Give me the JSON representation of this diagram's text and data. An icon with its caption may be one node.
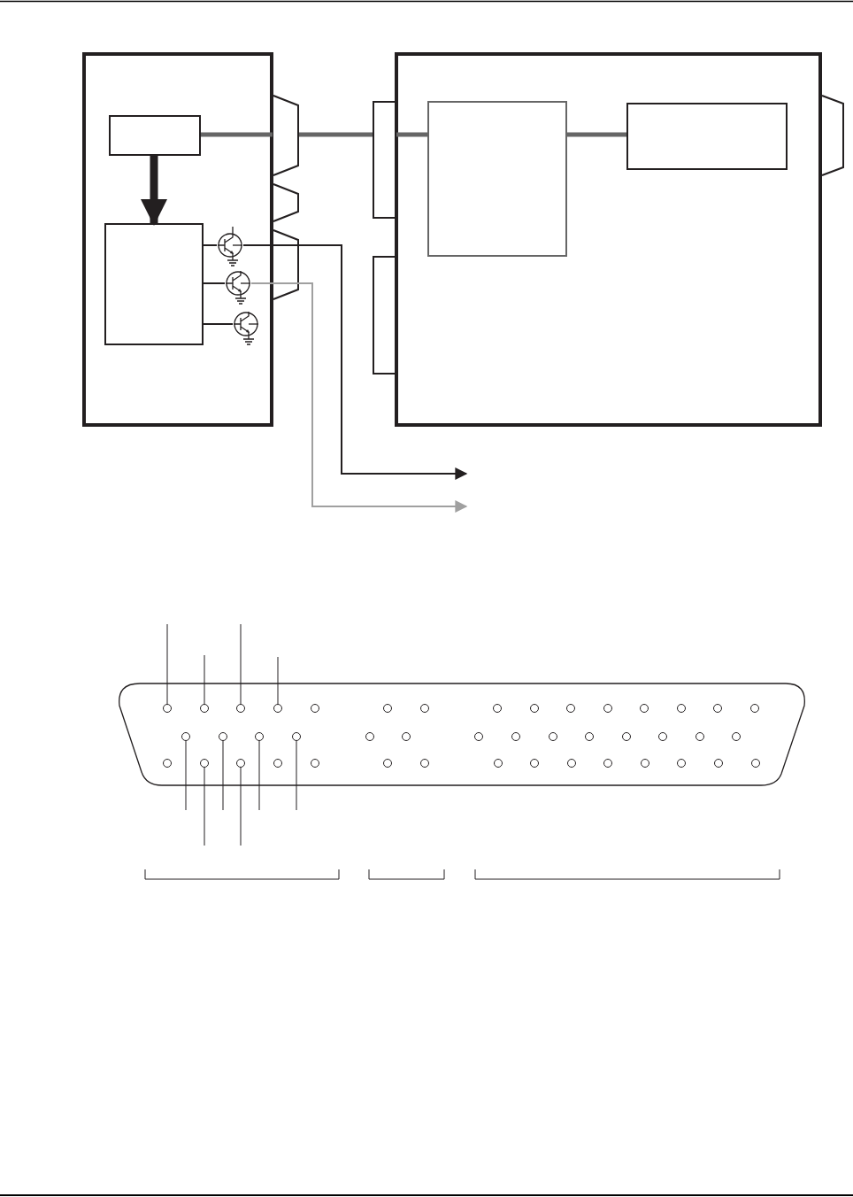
{
  "diagram": {
    "nodes": [
      {
        "text": [],
        "shape": "box"
      },
      {
        "text": [],
        "shape": "box",
        "in": 0
      },
      {
        "text": [],
        "shape": "box",
        "in": 0
      },
      {
        "text": [],
        "shape": "transistor",
        "in": 0
      },
      {
        "text": [],
        "shape": "transistor",
        "in": 0
      },
      {
        "text": [],
        "shape": "transistor",
        "in": 0
      },
      {
        "text": [],
        "shape": "box"
      },
      {
        "text": [],
        "shape": "box",
        "in": 6
      },
      {
        "text": [],
        "shape": "box",
        "in": 6
      },
      {
        "text": [],
        "shape": "trapezoid"
      },
      {
        "text": [],
        "shape": "trapezoid"
      },
      {
        "text": [],
        "shape": "trapezoid"
      },
      {
        "text": [],
        "shape": "box"
      },
      {
        "text": [],
        "shape": "box"
      },
      {
        "text": [],
        "shape": "trapezoid"
      }
    ],
    "edges": [
      {
        "from": 1,
        "to": 9,
        "arrow": "none",
        "style": "thick",
        "color": "#666666"
      },
      {
        "from": 9,
        "to": 12,
        "arrow": "none",
        "style": "thick",
        "color": "#666666"
      },
      {
        "from": 12,
        "to": 7,
        "arrow": "none",
        "style": "thick",
        "color": "#666666"
      },
      {
        "from": 7,
        "to": 8,
        "arrow": "none",
        "style": "thick",
        "color": "#666666"
      },
      {
        "from": 1,
        "to": 2,
        "arrow": "to",
        "style": "thick"
      },
      {
        "from": 2,
        "to": 3,
        "arrow": "none"
      },
      {
        "from": 2,
        "to": 4,
        "arrow": "none"
      },
      {
        "from": 2,
        "to": 5,
        "arrow": "none"
      },
      {
        "from": 3,
        "to": null,
        "arrow": "to"
      },
      {
        "from": 4,
        "to": null,
        "arrow": "to",
        "color": "#a0a0a0"
      }
    ]
  }
}
